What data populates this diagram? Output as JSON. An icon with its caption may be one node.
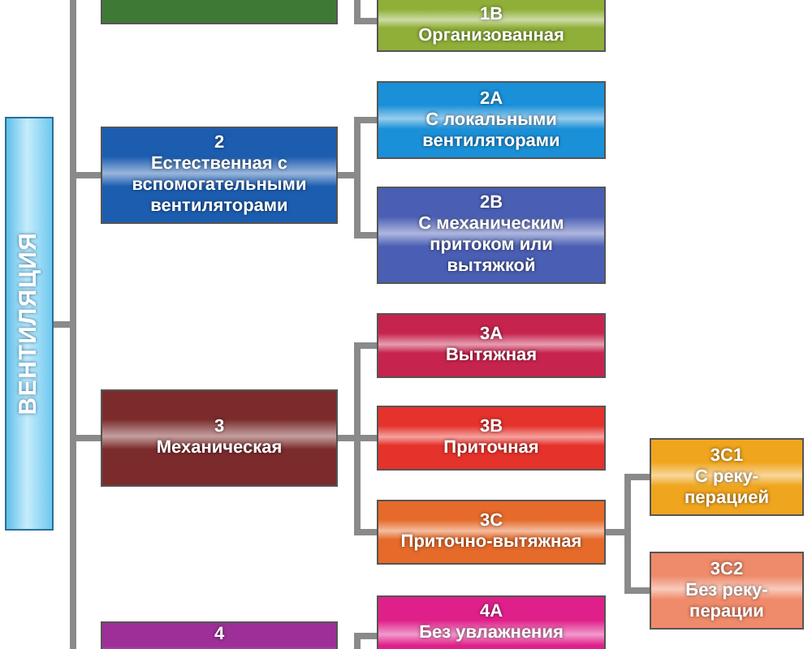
{
  "diagram": {
    "nodes": [
      {
        "text": [
          "ВЕНТИЛЯЦИЯ"
        ]
      },
      {
        "text": [],
        "shape": "box"
      },
      {
        "text": [
          "1B",
          "Организованная"
        ]
      },
      {
        "text": [
          "2",
          "Естественная с вспомогательными вентиляторами"
        ]
      },
      {
        "text": [
          "2A",
          "С локальными вентиляторами"
        ]
      },
      {
        "text": [
          "2B",
          "С механическим притоком или вытяжкой"
        ]
      },
      {
        "text": [
          "3",
          "Механическая"
        ]
      },
      {
        "text": [
          "3A",
          "Вытяжная"
        ]
      },
      {
        "text": [
          "3B",
          "Приточная"
        ]
      },
      {
        "text": [
          "3C",
          "Приточно-вытяжная"
        ]
      },
      {
        "text": [
          "3C1",
          "С реку-перацией"
        ]
      },
      {
        "text": [
          "3C2",
          "Без реку-перации"
        ]
      },
      {
        "text": [
          "4"
        ]
      },
      {
        "text": [
          "4A",
          "Без увлажнения"
        ]
      }
    ],
    "edges": [
      {
        "from": 0,
        "to": 1,
        "arrow": "none"
      },
      {
        "from": 0,
        "to": 3,
        "arrow": "none"
      },
      {
        "from": 0,
        "to": 6,
        "arrow": "none"
      },
      {
        "from": 0,
        "to": 12,
        "arrow": "none"
      },
      {
        "from": 1,
        "to": 2,
        "arrow": "none"
      },
      {
        "from": 3,
        "to": 4,
        "arrow": "none"
      },
      {
        "from": 3,
        "to": 5,
        "arrow": "none"
      },
      {
        "from": 6,
        "to": 7,
        "arrow": "none"
      },
      {
        "from": 6,
        "to": 8,
        "arrow": "none"
      },
      {
        "from": 6,
        "to": 9,
        "arrow": "none"
      },
      {
        "from": 9,
        "to": 10,
        "arrow": "none"
      },
      {
        "from": 9,
        "to": 11,
        "arrow": "none"
      },
      {
        "from": 12,
        "to": 13,
        "arrow": "none"
      }
    ]
  }
}
